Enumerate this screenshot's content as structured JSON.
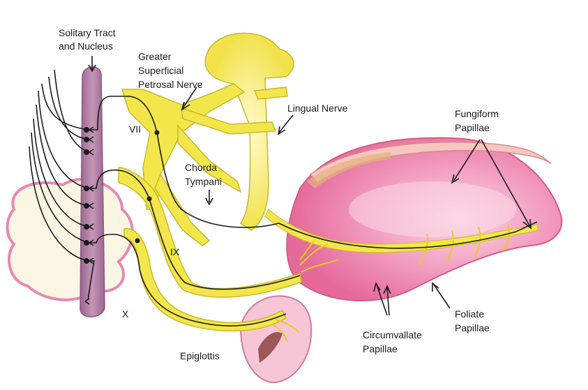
{
  "labels": {
    "solitary_1": "Solitary Tract",
    "solitary_2": "and Nucleus",
    "greater_1": "Greater",
    "greater_2": "Superficial",
    "greater_3": "Petrosal Nerve",
    "vii": "VII",
    "lingual": "Lingual Nerve",
    "fungiform_1": "Fungiform",
    "fungiform_2": "Papillae",
    "chorda_1": "Chorda",
    "chorda_2": "Tympani",
    "ix": "IX",
    "x": "X",
    "foliate_1": "Foliate",
    "foliate_2": "Papillae",
    "circum_1": "Circumvallate",
    "circum_2": "Papillae",
    "epiglottis": "Epiglottis"
  },
  "colors": {
    "nerve_yellow": "#f3e64a",
    "nerve_pale": "#f8f19a",
    "brainstem": "#b07aa0",
    "tongue": "#f08ab0",
    "tongue_light": "#f8c2d6",
    "fiber": "#1a1a1a"
  }
}
